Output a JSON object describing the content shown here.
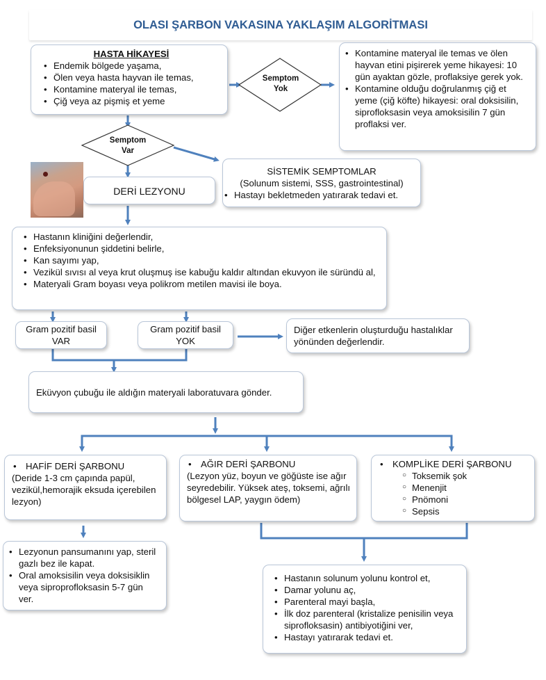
{
  "title": "OLASI ŞARBON VAKASINA YAKLAŞIM ALGORİTMASI",
  "history": {
    "heading": "HASTA HİKAYESİ",
    "items": [
      "Endemik bölgede yaşama,",
      "Ölen veya hasta hayvan ile temas,",
      "Kontamine materyal ile temas,",
      "Çiğ veya az pişmiş et yeme"
    ]
  },
  "decision_no": {
    "line1": "Semptom",
    "line2": "Yok"
  },
  "decision_yes": {
    "line1": "Semptom",
    "line2": "Var"
  },
  "no_symptom_box": {
    "items": [
      "Kontamine materyal ile temas ve ölen hayvan etini pişirerek yeme hikayesi: 10 gün ayaktan gözle, proflaksiye gerek yok.",
      "Kontamine olduğu doğrulanmış çiğ et yeme (çiğ köfte) hikayesi: oral doksisilin, siprofloksasin veya amoksisilin 7 gün proflaksi ver."
    ]
  },
  "systemic": {
    "title": "SİSTEMİK SEMPTOMLAR",
    "subtitle": "(Solunum sistemi, SSS, gastrointestinal)",
    "item": "Hastayı bekletmeden yatırarak tedavi et."
  },
  "skin_lesion": "DERİ LEZYONU",
  "assessment": {
    "items": [
      "Hastanın kliniğini değerlendir,",
      "Enfeksiyonunun şiddetini belirle,",
      "Kan sayımı yap,",
      "Vezikül sıvısı al veya krut oluşmuş ise kabuğu kaldır altından ekuvyon ile süründü al,",
      "Materyali Gram boyası veya polikrom metilen mavisi ile boya."
    ]
  },
  "gram_yes": {
    "line1": "Gram pozitif basil",
    "line2": "VAR"
  },
  "gram_no": {
    "line1": "Gram pozitif basil",
    "line2": "YOK"
  },
  "other_causes": "Diğer etkenlerin oluşturduğu hastalıklar yönünden değerlendir.",
  "lab": "Eküvyon çubuğu ile aldığın materyali laboratuvara gönder.",
  "mild": {
    "title": "HAFİF DERİ ŞARBONU",
    "desc": "(Deride 1-3 cm  çapında papül, vezikül,hemorajik eksuda içerebilen lezyon)"
  },
  "severe": {
    "title": "AĞIR DERİ ŞARBONU",
    "desc": "(Lezyon yüz, boyun ve göğüste ise ağır seyredebilir. Yüksek ateş, toksemi, ağrılı bölgesel LAP, yaygın ödem)"
  },
  "complicated": {
    "title": "KOMPLİKE DERİ ŞARBONU",
    "items": [
      "Toksemik şok",
      "Menenjit",
      "Pnömoni",
      "Sepsis"
    ]
  },
  "mild_treatment": {
    "items": [
      "Lezyonun pansumanını yap, steril gazlı bez ile kapat.",
      "Oral amoksisilin veya doksisiklin  veya siproprofloksasin 5-7 gün ver."
    ]
  },
  "severe_treatment": {
    "items": [
      "Hastanın solunum yolunu kontrol et,",
      "Damar yolunu aç,",
      "Parenteral mayi başla,",
      "İlk doz parenteral (kristalize penisilin veya siprofloksasin) antibiyotiğini ver,",
      "Hastayı yatırarak tedavi et."
    ]
  },
  "colors": {
    "accent": "#2f5c93",
    "arrow": "#4f81bd"
  }
}
